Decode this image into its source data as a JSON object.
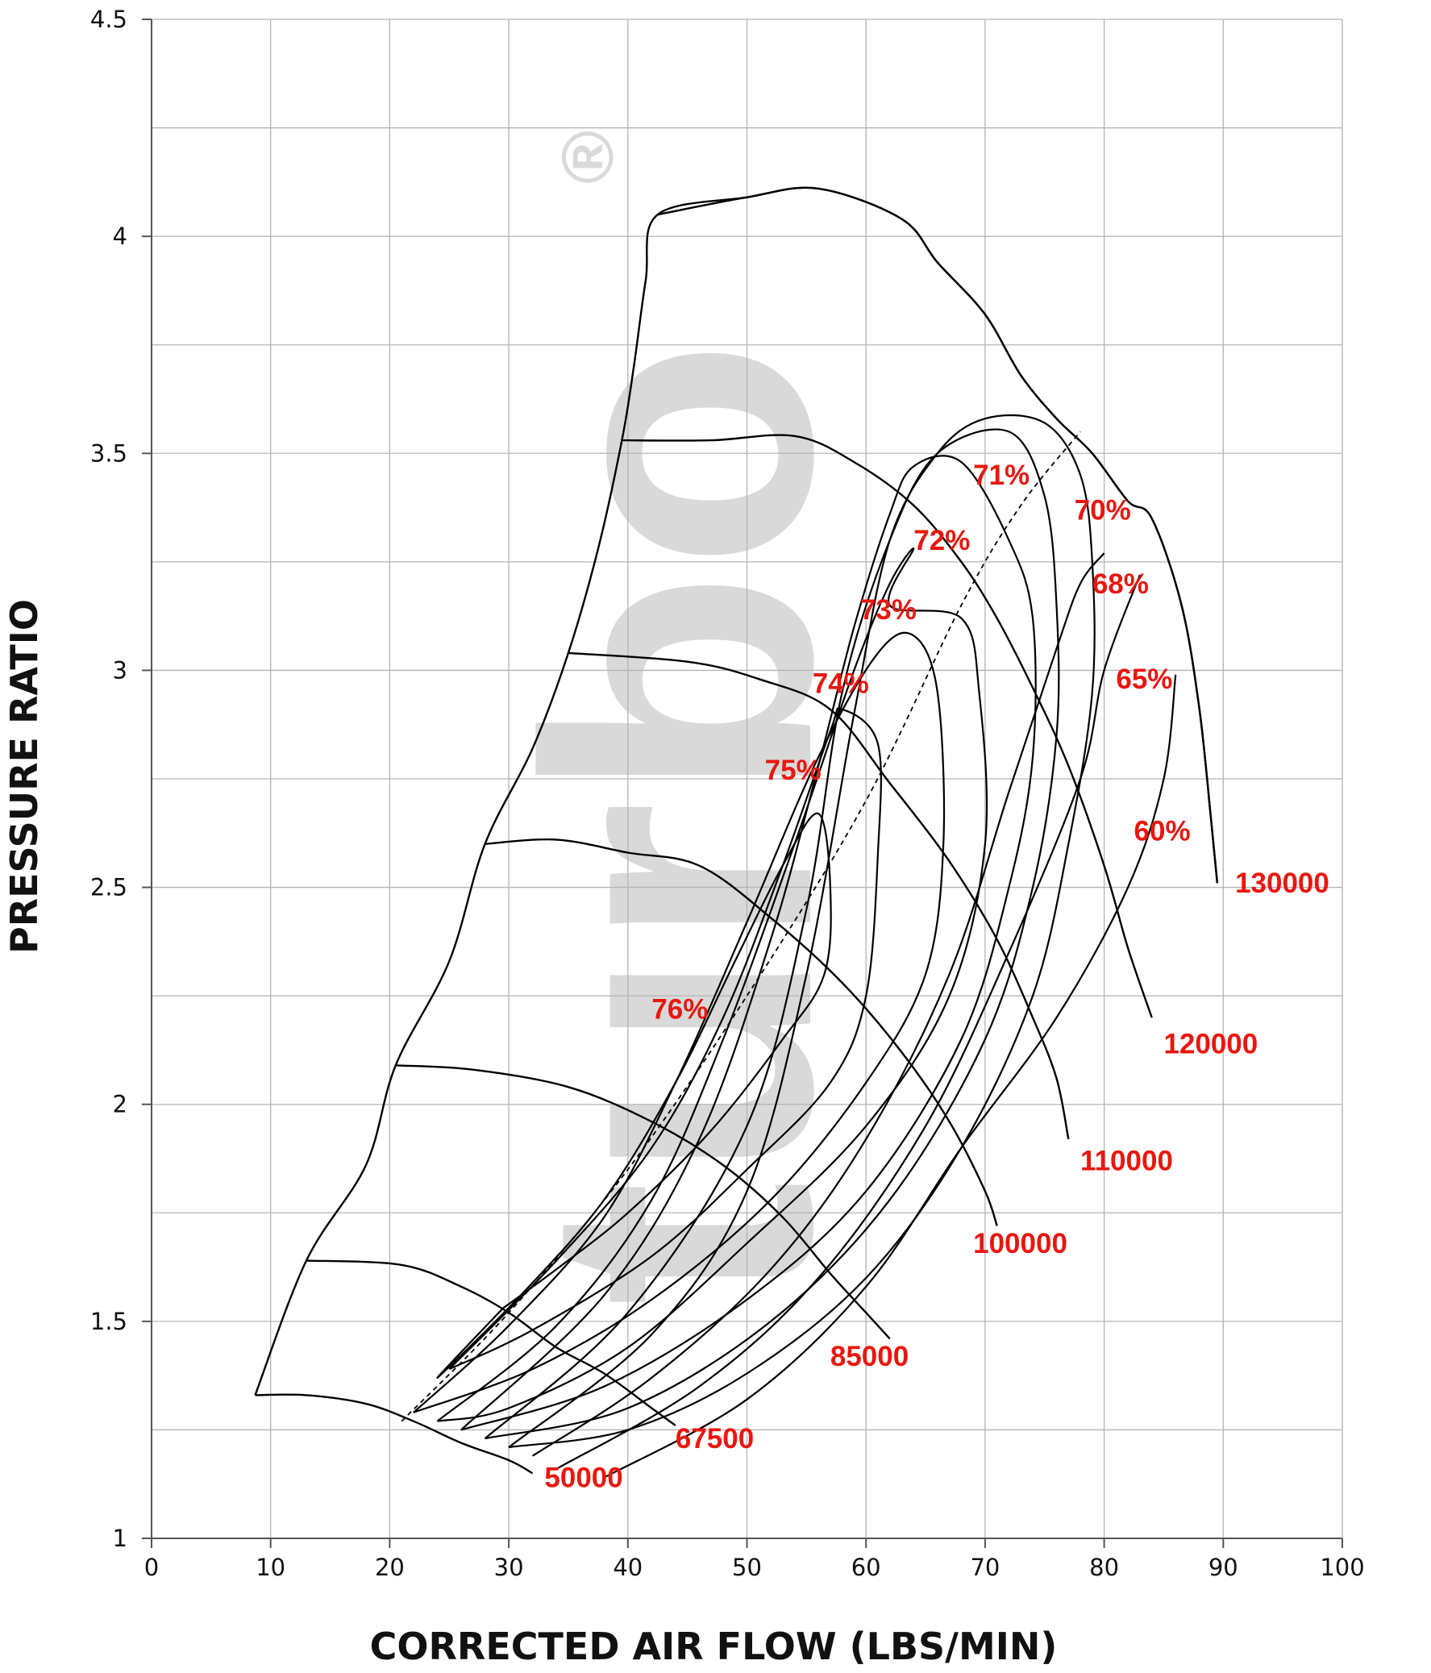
{
  "chart_data": {
    "type": "line",
    "title": "",
    "xlabel": "CORRECTED AIR FLOW (LBS/MIN)",
    "ylabel": "PRESSURE RATIO",
    "xlim": [
      0,
      100
    ],
    "ylim": [
      1,
      4.5
    ],
    "x_ticks": [
      0,
      10,
      20,
      30,
      40,
      50,
      60,
      70,
      80,
      90,
      100
    ],
    "y_ticks": [
      1,
      1.5,
      2,
      2.5,
      3,
      3.5,
      4,
      4.5
    ],
    "grid": true,
    "watermark": "turbo",
    "watermark_mark": "®",
    "colors": {
      "curves": "#000000",
      "labels": "#e8170f",
      "grid": "#b4b4b4",
      "watermark": "#d9d9d9"
    },
    "map_boundary": [
      [
        8.7,
        1.33
      ],
      [
        13,
        1.64
      ],
      [
        18,
        1.86
      ],
      [
        20.5,
        2.09
      ],
      [
        25,
        2.33
      ],
      [
        28,
        2.6
      ],
      [
        32,
        2.82
      ],
      [
        35,
        3.04
      ],
      [
        37.5,
        3.28
      ],
      [
        39.5,
        3.53
      ],
      [
        40.5,
        3.7
      ],
      [
        41.5,
        3.9
      ],
      [
        42.5,
        4.05
      ],
      [
        50,
        4.09
      ],
      [
        56,
        4.11
      ],
      [
        63,
        4.04
      ],
      [
        66,
        3.94
      ],
      [
        70,
        3.82
      ],
      [
        73,
        3.68
      ],
      [
        76,
        3.58
      ],
      [
        79,
        3.5
      ],
      [
        82,
        3.39
      ],
      [
        84,
        3.35
      ],
      [
        86.5,
        3.15
      ],
      [
        88,
        2.91
      ],
      [
        89,
        2.65
      ],
      [
        89.5,
        2.51
      ]
    ],
    "speed_lines": [
      {
        "name": "50000",
        "points": [
          [
            8.7,
            1.33
          ],
          [
            13,
            1.33
          ],
          [
            18,
            1.31
          ],
          [
            22,
            1.27
          ],
          [
            26,
            1.22
          ],
          [
            30,
            1.18
          ],
          [
            32,
            1.15
          ]
        ]
      },
      {
        "name": "67500",
        "points": [
          [
            13,
            1.64
          ],
          [
            21,
            1.63
          ],
          [
            26,
            1.58
          ],
          [
            30,
            1.52
          ],
          [
            34,
            1.44
          ],
          [
            38,
            1.38
          ],
          [
            42,
            1.3
          ],
          [
            44,
            1.26
          ]
        ]
      },
      {
        "name": "85000",
        "points": [
          [
            20.5,
            2.09
          ],
          [
            27,
            2.08
          ],
          [
            35,
            2.04
          ],
          [
            42,
            1.96
          ],
          [
            48,
            1.86
          ],
          [
            53,
            1.74
          ],
          [
            57,
            1.61
          ],
          [
            60,
            1.52
          ],
          [
            62,
            1.46
          ]
        ]
      },
      {
        "name": "100000",
        "points": [
          [
            28,
            2.6
          ],
          [
            34,
            2.61
          ],
          [
            40,
            2.58
          ],
          [
            46,
            2.55
          ],
          [
            52,
            2.43
          ],
          [
            58,
            2.28
          ],
          [
            63,
            2.12
          ],
          [
            67,
            1.96
          ],
          [
            70,
            1.8
          ],
          [
            71,
            1.72
          ]
        ]
      },
      {
        "name": "110000",
        "points": [
          [
            35,
            3.04
          ],
          [
            45,
            3.02
          ],
          [
            51,
            2.98
          ],
          [
            57,
            2.91
          ],
          [
            62,
            2.74
          ],
          [
            67,
            2.56
          ],
          [
            71,
            2.38
          ],
          [
            74,
            2.2
          ],
          [
            76,
            2.06
          ],
          [
            77,
            1.92
          ]
        ]
      },
      {
        "name": "120000",
        "points": [
          [
            39.5,
            3.53
          ],
          [
            47,
            3.53
          ],
          [
            54,
            3.54
          ],
          [
            59,
            3.48
          ],
          [
            64,
            3.38
          ],
          [
            68,
            3.25
          ],
          [
            71,
            3.12
          ],
          [
            74,
            2.96
          ],
          [
            77,
            2.78
          ],
          [
            80,
            2.55
          ],
          [
            82,
            2.36
          ],
          [
            84,
            2.2
          ]
        ]
      },
      {
        "name": "130000",
        "points": [
          [
            42.5,
            4.05
          ],
          [
            50,
            4.09
          ],
          [
            56,
            4.11
          ],
          [
            63,
            4.04
          ],
          [
            66,
            3.94
          ],
          [
            70,
            3.82
          ],
          [
            73,
            3.68
          ],
          [
            76,
            3.58
          ],
          [
            79,
            3.5
          ],
          [
            82,
            3.39
          ],
          [
            84,
            3.35
          ],
          [
            86.5,
            3.15
          ],
          [
            88,
            2.91
          ],
          [
            89,
            2.65
          ],
          [
            89.5,
            2.51
          ]
        ]
      }
    ],
    "efficiency_islands": [
      {
        "name": "76%",
        "points": [
          [
            29.5,
            1.53
          ],
          [
            24,
            1.37
          ],
          [
            31,
            1.56
          ],
          [
            38,
            1.78
          ],
          [
            44,
            2.05
          ],
          [
            49,
            2.33
          ],
          [
            53,
            2.55
          ],
          [
            56,
            2.67
          ],
          [
            57,
            2.5
          ],
          [
            56.5,
            2.3
          ],
          [
            53,
            2.15
          ],
          [
            47,
            1.94
          ],
          [
            40,
            1.75
          ],
          [
            34,
            1.62
          ],
          [
            29.5,
            1.53
          ]
        ]
      },
      {
        "name": "75%",
        "points": [
          [
            25,
            1.39
          ],
          [
            34,
            1.64
          ],
          [
            42,
            1.9
          ],
          [
            48,
            2.2
          ],
          [
            53,
            2.55
          ],
          [
            57,
            2.86
          ],
          [
            58,
            2.91
          ],
          [
            61,
            2.83
          ],
          [
            61,
            2.58
          ],
          [
            60,
            2.25
          ],
          [
            57,
            2.05
          ],
          [
            50,
            1.85
          ],
          [
            42,
            1.65
          ],
          [
            32,
            1.48
          ],
          [
            25,
            1.39
          ]
        ]
      },
      {
        "name": "74%",
        "points": [
          [
            22,
            1.29
          ],
          [
            30,
            1.49
          ],
          [
            38,
            1.74
          ],
          [
            44,
            2.05
          ],
          [
            50,
            2.42
          ],
          [
            56,
            2.8
          ],
          [
            61,
            3.04
          ],
          [
            64,
            3.08
          ],
          [
            66,
            2.95
          ],
          [
            66.5,
            2.6
          ],
          [
            65,
            2.3
          ],
          [
            60,
            2.05
          ],
          [
            52,
            1.78
          ],
          [
            42,
            1.55
          ],
          [
            32,
            1.39
          ],
          [
            22,
            1.29
          ]
        ]
      },
      {
        "name": "73%",
        "points": [
          [
            24,
            1.27
          ],
          [
            34,
            1.49
          ],
          [
            42,
            1.78
          ],
          [
            48,
            2.15
          ],
          [
            54,
            2.6
          ],
          [
            59,
            3.0
          ],
          [
            62,
            3.2
          ],
          [
            64,
            3.28
          ],
          [
            62,
            3.15
          ],
          [
            68,
            3.12
          ],
          [
            69.5,
            2.95
          ],
          [
            70,
            2.6
          ],
          [
            67,
            2.25
          ],
          [
            60,
            1.95
          ],
          [
            50,
            1.68
          ],
          [
            40,
            1.44
          ],
          [
            30,
            1.3
          ],
          [
            24,
            1.27
          ]
        ]
      },
      {
        "name": "72%",
        "points": [
          [
            26,
            1.25
          ],
          [
            38,
            1.56
          ],
          [
            46,
            1.92
          ],
          [
            52,
            2.38
          ],
          [
            56,
            2.78
          ],
          [
            59,
            3.1
          ],
          [
            62,
            3.36
          ],
          [
            64,
            3.47
          ],
          [
            68,
            3.48
          ],
          [
            72,
            3.3
          ],
          [
            74,
            3.12
          ],
          [
            74,
            2.8
          ],
          [
            72,
            2.5
          ],
          [
            68,
            2.15
          ],
          [
            60,
            1.8
          ],
          [
            50,
            1.55
          ],
          [
            38,
            1.35
          ],
          [
            26,
            1.25
          ]
        ]
      },
      {
        "name": "71%",
        "points": [
          [
            28,
            1.23
          ],
          [
            40,
            1.52
          ],
          [
            50,
            1.95
          ],
          [
            55,
            2.45
          ],
          [
            58,
            2.95
          ],
          [
            62,
            3.3
          ],
          [
            66,
            3.5
          ],
          [
            72,
            3.55
          ],
          [
            75,
            3.4
          ],
          [
            76,
            3.15
          ],
          [
            76,
            2.85
          ],
          [
            74,
            2.5
          ],
          [
            70,
            2.15
          ],
          [
            62,
            1.78
          ],
          [
            52,
            1.5
          ],
          [
            40,
            1.3
          ],
          [
            28,
            1.23
          ]
        ]
      },
      {
        "name": "70%",
        "points": [
          [
            30,
            1.21
          ],
          [
            42,
            1.47
          ],
          [
            50,
            1.8
          ],
          [
            55,
            2.3
          ],
          [
            59,
            2.9
          ],
          [
            62,
            3.3
          ],
          [
            66,
            3.5
          ],
          [
            70,
            3.58
          ],
          [
            75,
            3.57
          ],
          [
            78,
            3.45
          ],
          [
            79,
            3.25
          ],
          [
            79,
            2.95
          ],
          [
            77,
            2.6
          ],
          [
            74,
            2.25
          ],
          [
            68,
            1.9
          ],
          [
            60,
            1.6
          ],
          [
            50,
            1.38
          ],
          [
            40,
            1.25
          ],
          [
            30,
            1.21
          ]
        ]
      },
      {
        "name": "68%",
        "points": [
          [
            32,
            1.19
          ],
          [
            42,
            1.37
          ],
          [
            52,
            1.62
          ],
          [
            60,
            1.92
          ],
          [
            67,
            2.3
          ],
          [
            72,
            2.72
          ],
          [
            76,
            3.05
          ],
          [
            78,
            3.2
          ],
          [
            80,
            3.27
          ]
        ]
      },
      {
        "name": "65%",
        "points": [
          [
            34,
            1.16
          ],
          [
            46,
            1.35
          ],
          [
            56,
            1.6
          ],
          [
            65,
            1.95
          ],
          [
            72,
            2.35
          ],
          [
            78,
            2.75
          ],
          [
            80,
            3.0
          ],
          [
            83,
            3.22
          ]
        ]
      },
      {
        "name": "60%",
        "points": [
          [
            38,
            1.14
          ],
          [
            50,
            1.32
          ],
          [
            60,
            1.58
          ],
          [
            68,
            1.9
          ],
          [
            76,
            2.2
          ],
          [
            82,
            2.5
          ],
          [
            85,
            2.75
          ],
          [
            86,
            2.99
          ]
        ]
      }
    ],
    "peak_efficiency_line": [
      [
        21,
        1.27
      ],
      [
        30,
        1.52
      ],
      [
        40,
        1.85
      ],
      [
        50,
        2.25
      ],
      [
        60,
        2.7
      ],
      [
        68,
        3.15
      ],
      [
        73,
        3.38
      ],
      [
        78,
        3.55
      ]
    ],
    "labels": [
      {
        "text": "50000",
        "x": 33,
        "y": 1.14
      },
      {
        "text": "67500",
        "x": 44,
        "y": 1.23
      },
      {
        "text": "85000",
        "x": 57,
        "y": 1.42
      },
      {
        "text": "100000",
        "x": 69,
        "y": 1.68
      },
      {
        "text": "110000",
        "x": 78,
        "y": 1.87
      },
      {
        "text": "120000",
        "x": 85,
        "y": 2.14
      },
      {
        "text": "130000",
        "x": 91,
        "y": 2.51
      },
      {
        "text": "76%",
        "x": 42,
        "y": 2.22
      },
      {
        "text": "75%",
        "x": 51.5,
        "y": 2.77
      },
      {
        "text": "74%",
        "x": 55.5,
        "y": 2.97
      },
      {
        "text": "73%",
        "x": 59.5,
        "y": 3.14
      },
      {
        "text": "72%",
        "x": 64,
        "y": 3.3
      },
      {
        "text": "71%",
        "x": 69,
        "y": 3.45
      },
      {
        "text": "70%",
        "x": 77.5,
        "y": 3.37
      },
      {
        "text": "68%",
        "x": 79,
        "y": 3.2
      },
      {
        "text": "65%",
        "x": 81,
        "y": 2.98
      },
      {
        "text": "60%",
        "x": 82.5,
        "y": 2.63
      }
    ]
  }
}
